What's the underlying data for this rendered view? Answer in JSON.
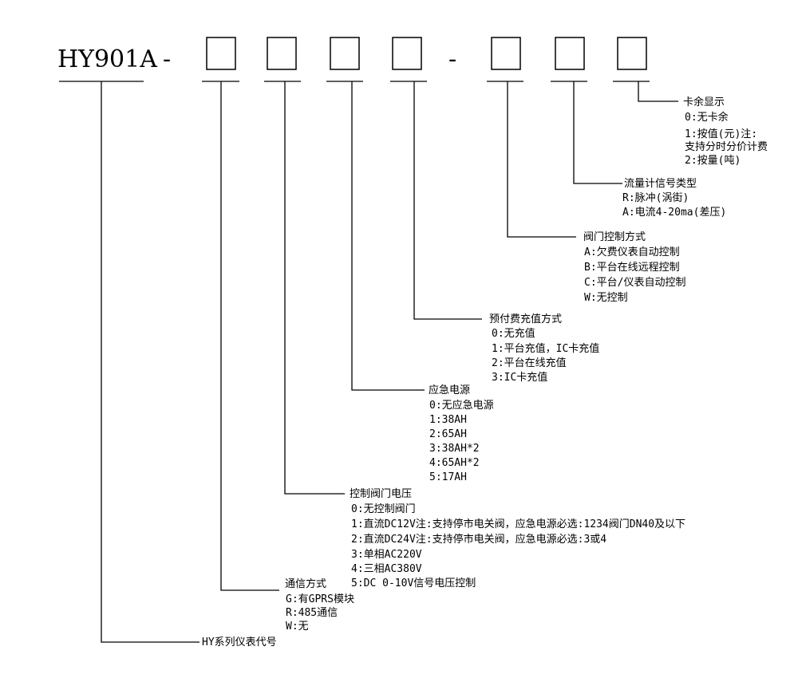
{
  "model": "HY901A",
  "separator": "-",
  "groups": {
    "card": {
      "title": "卡余显示",
      "options": [
        "0:无卡余",
        "1:按值(元)注:",
        "支持分时分价计费",
        "2:按量(吨)"
      ]
    },
    "flow": {
      "title": "流量计信号类型",
      "options": [
        "R:脉冲(涡街)",
        "A:电流4-20ma(差压)"
      ]
    },
    "valve": {
      "title": "阀门控制方式",
      "options": [
        "A:欠费仪表自动控制",
        "B:平台在线远程控制",
        "C:平台/仪表自动控制",
        "W:无控制"
      ]
    },
    "prepay": {
      "title": "预付费充值方式",
      "options": [
        "0:无充值",
        "1:平台充值，IC卡充值",
        "2:平台在线充值",
        "3:IC卡充值"
      ]
    },
    "emergency": {
      "title": "应急电源",
      "options": [
        "0:无应急电源",
        "1:38AH",
        "2:65AH",
        "3:38AH*2",
        "4:65AH*2",
        "5:17AH"
      ]
    },
    "voltage": {
      "title": "控制阀门电压",
      "options": [
        "0:无控制阀门",
        "1:直流DC12V注:支持停市电关阀，应急电源必选:1234阀门DN40及以下",
        "2:直流DC24V注:支持停市电关阀，应急电源必选:3或4",
        "3:单相AC220V",
        "4:三相AC380V",
        "5:DC 0-10V信号电压控制"
      ]
    },
    "comm": {
      "title": "通信方式",
      "options": [
        "G:有GPRS模块",
        "R:485通信",
        "W:无"
      ]
    },
    "series": {
      "title": "HY系列仪表代号"
    }
  }
}
